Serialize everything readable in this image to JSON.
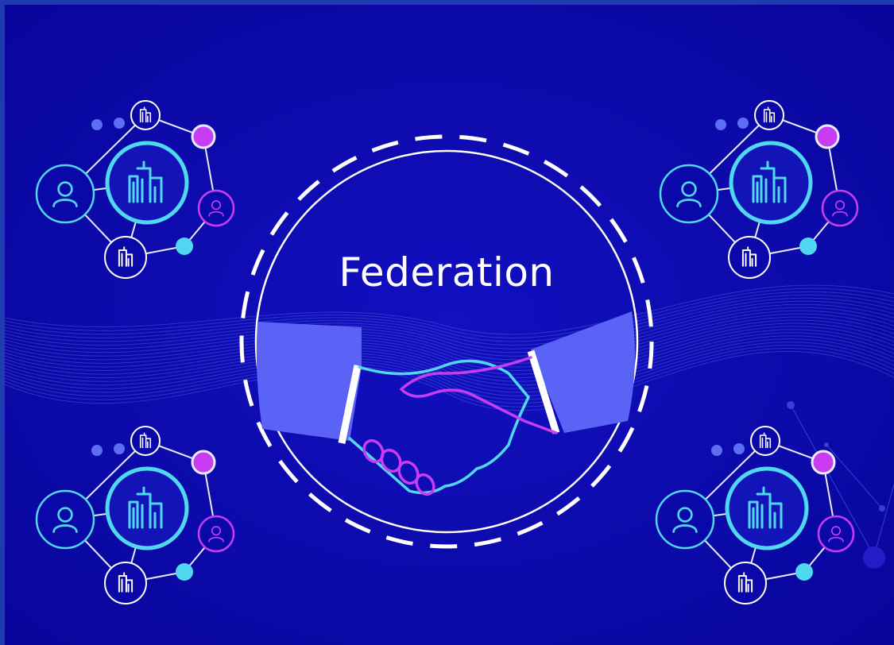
{
  "title": "Federation",
  "colors": {
    "background": "#0a08a8",
    "frame": "#1e3bb0",
    "cyan": "#4fd8f0",
    "magenta": "#c83cf2",
    "sleeve": "#5a63f5",
    "white": "#ffffff",
    "wave": "#6a7cf0",
    "dot_blue": "#5d6df4"
  },
  "clusters": [
    {
      "id": "top-left",
      "icons": [
        "building-icon",
        "person-icon",
        "person-icon",
        "building-icon",
        "building-icon"
      ]
    },
    {
      "id": "top-right",
      "icons": [
        "building-icon",
        "person-icon",
        "person-icon",
        "building-icon",
        "building-icon"
      ]
    },
    {
      "id": "bottom-left",
      "icons": [
        "building-icon",
        "person-icon",
        "person-icon",
        "building-icon",
        "building-icon"
      ]
    },
    {
      "id": "bottom-right",
      "icons": [
        "building-icon",
        "person-icon",
        "person-icon",
        "building-icon",
        "building-icon"
      ]
    }
  ],
  "center_icon": "handshake-icon"
}
